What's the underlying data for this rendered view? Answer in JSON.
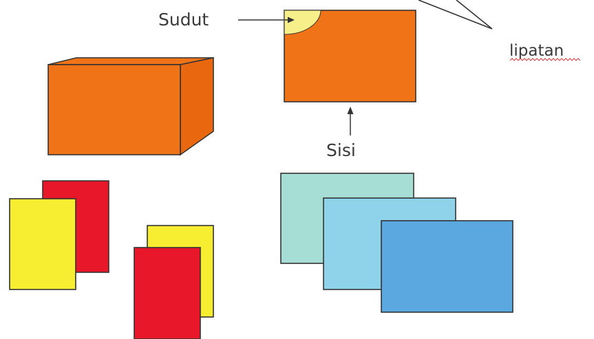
{
  "labels": {
    "corner": "Sudut",
    "fold": "lipatan",
    "edge": "Sisi"
  },
  "colors": {
    "background": "#ffffff",
    "outline": "#333333",
    "orange": "#f07318",
    "orange_side": "#e8670f",
    "corner_highlight": "#f6ef8a",
    "red": "#e8172a",
    "yellow": "#f7ee31",
    "teal_light": "#a6ded6",
    "sky_blue": "#8ed3ea",
    "blue": "#5aa8df",
    "text": "#3a3a3a",
    "spellcheck_underline": "#d23a3a"
  }
}
